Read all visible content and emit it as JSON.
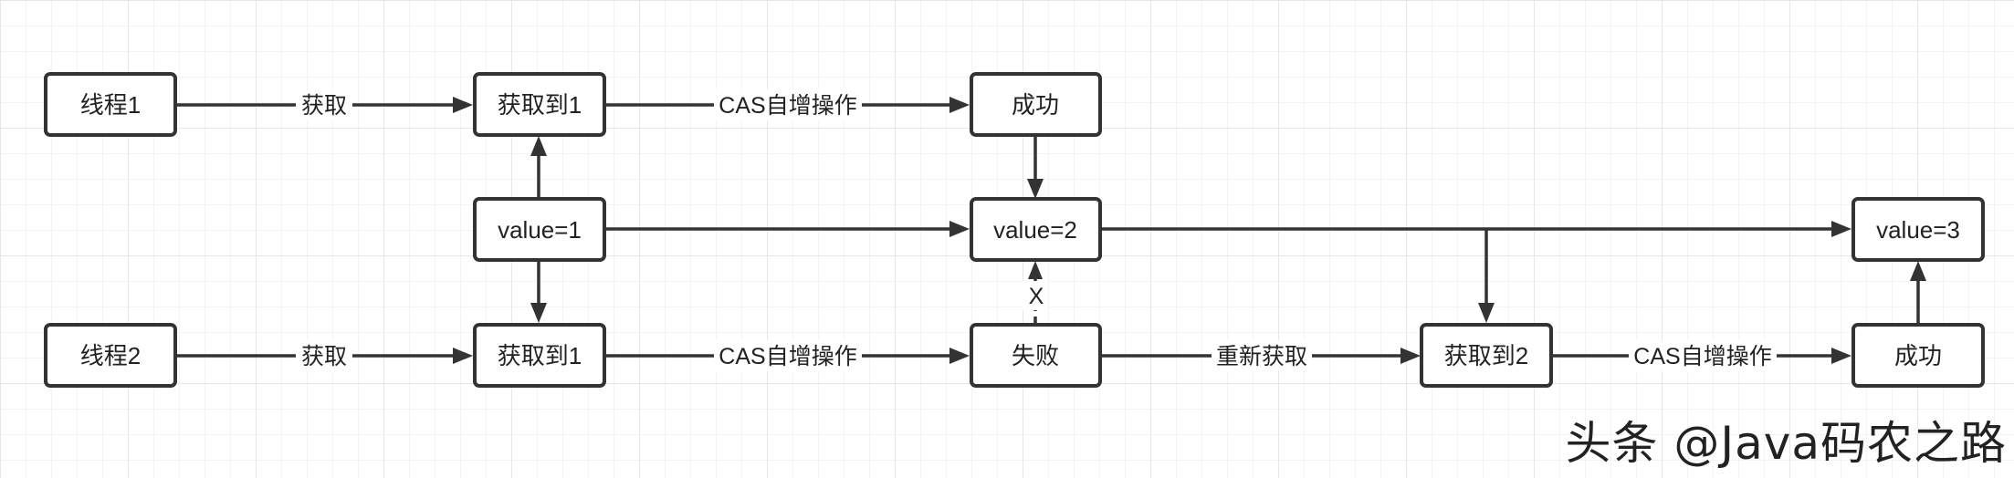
{
  "nodes": {
    "thread1": "线程1",
    "thread2": "线程2",
    "acquired1_top": "获取到1",
    "acquired1_bottom": "获取到1",
    "success_top": "成功",
    "value1": "value=1",
    "value2": "value=2",
    "value3": "value=3",
    "fail": "失败",
    "acquired2": "获取到2",
    "success_bottom": "成功"
  },
  "edges": {
    "get_top": "获取",
    "cas_top": "CAS自增操作",
    "get_bottom": "获取",
    "cas_bottom_1": "CAS自增操作",
    "fail_mark": "X",
    "reacquire": "重新获取",
    "cas_bottom_2": "CAS自增操作"
  },
  "watermark": "头条 @Java码农之路"
}
